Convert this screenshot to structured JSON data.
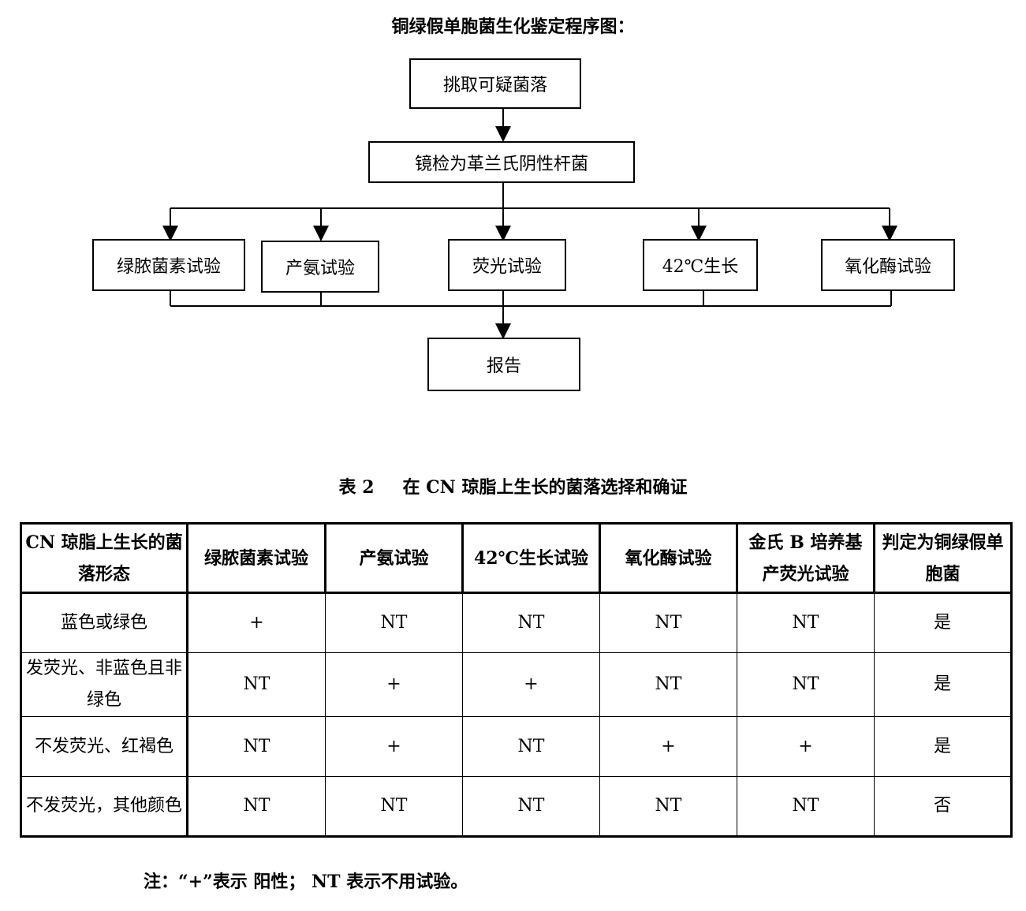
{
  "page_title": "铜绿假单胞菌生化鉴定程序图：",
  "flowchart": {
    "start": "挑取可疑菌落",
    "step2": "镜检为革兰氏阴性杆菌",
    "tests": [
      "绿脓菌素试验",
      "产氨试验",
      "荧光试验",
      "42℃生长",
      "氧化酶试验"
    ],
    "end": "报告"
  },
  "table_caption": {
    "label": "表 2",
    "title": "在 CN 琼脂上生长的菌落选择和确证"
  },
  "table": {
    "headers": [
      "CN 琼脂上生长的菌落形态",
      "绿脓菌素试验",
      "产氨试验",
      "42℃生长试验",
      "氧化酶试验",
      "金氏 B 培养基产荧光试验",
      "判定为铜绿假单胞菌"
    ],
    "rows": [
      [
        "蓝色或绿色",
        "+",
        "NT",
        "NT",
        "NT",
        "NT",
        "是"
      ],
      [
        "发荧光、非蓝色且非绿色",
        "NT",
        "+",
        "+",
        "NT",
        "NT",
        "是"
      ],
      [
        "不发荧光、红褐色",
        "NT",
        "+",
        "NT",
        "+",
        "+",
        "是"
      ],
      [
        "不发荧光，其他颜色",
        "NT",
        "NT",
        "NT",
        "NT",
        "NT",
        "否"
      ]
    ]
  },
  "note": "注：“+”表示 阳性； NT 表示不用试验。"
}
